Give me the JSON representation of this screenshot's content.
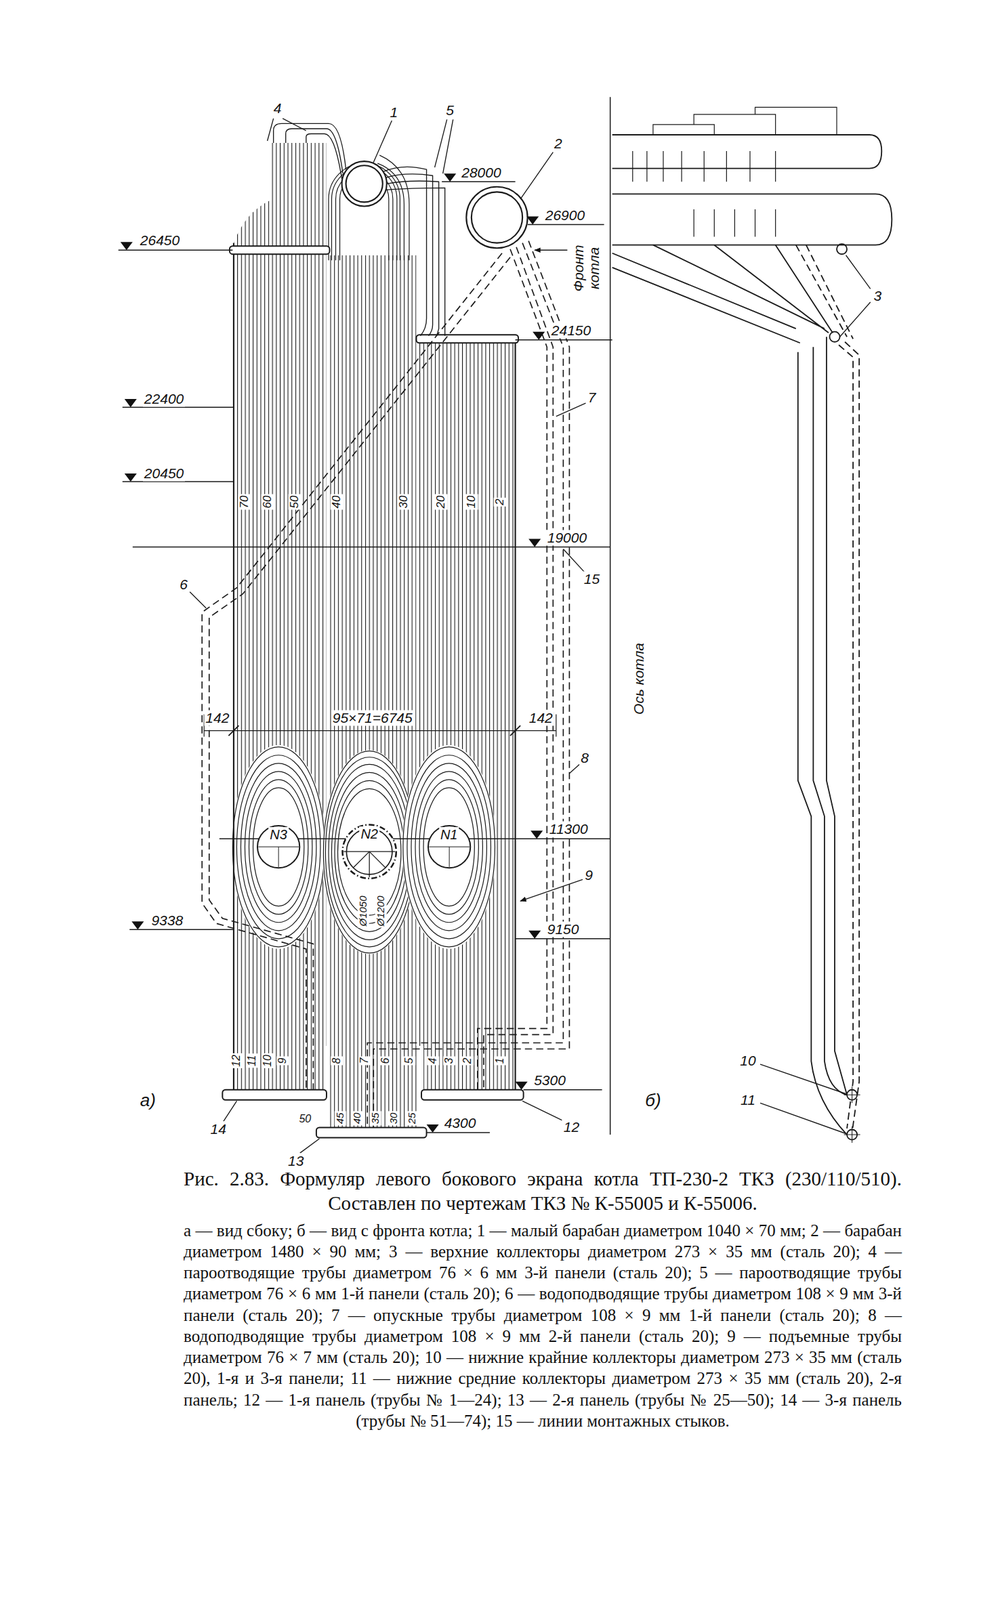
{
  "diagram": {
    "caption": "Рис. 2.83. Формуляр левого бокового экрана котла ТП-230-2 ТКЗ (230/110/510). Составлен по чертежам ТКЗ № К-55005 и К-55006.",
    "nodes": [
      {
        "text": [
          "N3"
        ]
      },
      {
        "text": [
          "N2"
        ]
      },
      {
        "text": [
          "N1"
        ]
      }
    ],
    "labels": [
      "4",
      "1",
      "5",
      "2",
      "28000",
      "26900",
      "26450",
      "Фронт котла",
      "24150",
      "22400",
      "20450",
      "7",
      "70",
      "60",
      "50",
      "40",
      "30",
      "20",
      "10",
      "2",
      "19000",
      "15",
      "6",
      "Ось котла",
      "142",
      "95×71=6745",
      "142",
      "8",
      "11300",
      "9",
      "9338",
      "9150",
      "Ø1050",
      "Ø1200",
      "12",
      "11",
      "10",
      "9",
      "8",
      "7",
      "6",
      "5",
      "4",
      "3",
      "2",
      "1",
      "5300",
      "а)",
      "14",
      "12",
      "4300",
      "50",
      "45",
      "40",
      "35",
      "30",
      "25",
      "13",
      "б)",
      "3",
      "10",
      "11",
      "а — вид сбоку; б — вид с фронта котла; 1 — малый барабан диаметром 1040 × 70 мм; 2 — барабан диаметром 1480 × 90 мм; 3 — верхние коллекторы диаметром 273 × 35 мм (сталь 20); 4 — пароотводящие трубы диаметром 76 × 6 мм 3-й панели (сталь 20); 5 — пароотводящие трубы диаметром 76 × 6 мм 1-й панели (сталь 20); 6 — водоподводящие трубы диаметром 108 × 9 мм 3-й панели (сталь 20); 7 — опускные трубы диаметром 108 × 9 мм 1-й панели (сталь 20); 8 — водоподводящие трубы диаметром 108 × 9 мм 2-й панели (сталь 20); 9 — подъемные трубы диаметром 76 × 7 мм (сталь 20); 10 — нижние крайние коллекторы диаметром 273 × 35 мм (сталь 20), 1-я и 3-я панели; 11 — нижние средние коллекторы диаметром 273 × 35 мм (сталь 20), 2-я панель; 12 — 1-я панель (трубы № 1—24); 13 — 2-я панель (трубы № 25—50); 14 — 3-я панель (трубы № 51—74); 15 — линии монтажных стыков."
    ]
  }
}
